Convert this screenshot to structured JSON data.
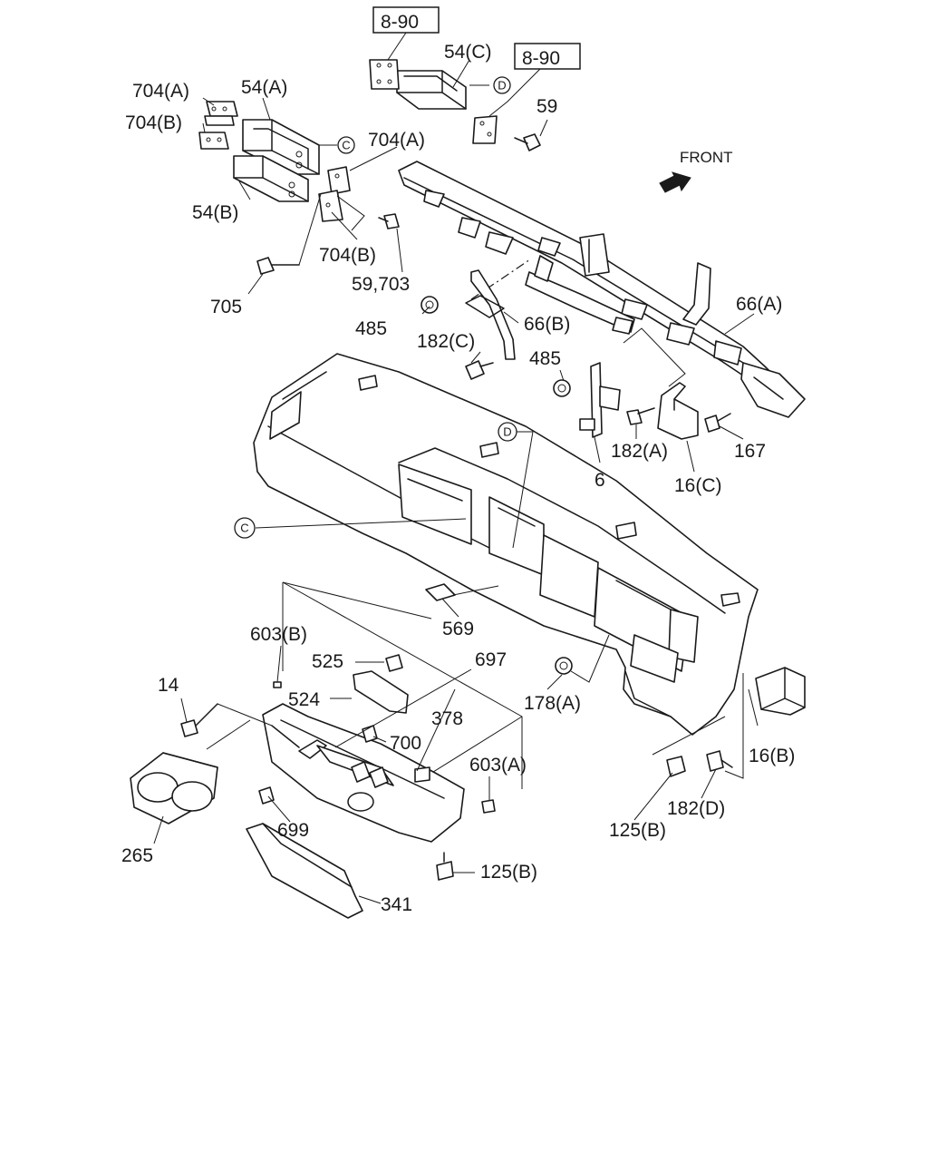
{
  "labels": {
    "ref_890_a": "8-90",
    "ref_890_b": "8-90",
    "p54c": "54(C)",
    "p54a": "54(A)",
    "p54b": "54(B)",
    "p704a_top": "704(A)",
    "p704b_top": "704(B)",
    "p704a_mid": "704(A)",
    "p704b_mid": "704(B)",
    "p59": "59",
    "p59703": "59,703",
    "p705": "705",
    "p485a": "485",
    "p485b": "485",
    "p66a": "66(A)",
    "p66b": "66(B)",
    "p182c": "182(C)",
    "p182a": "182(A)",
    "p167": "167",
    "p6": "6",
    "p16c": "16(C)",
    "p569": "569",
    "p603b": "603(B)",
    "p525": "525",
    "p697": "697",
    "p14": "14",
    "p524": "524",
    "p378": "378",
    "p178a": "178(A)",
    "p700": "700",
    "p603a": "603(A)",
    "p16b": "16(B)",
    "p699": "699",
    "p182d": "182(D)",
    "p265": "265",
    "p125b_right": "125(B)",
    "p125b_bottom": "125(B)",
    "p341": "341",
    "front": "FRONT"
  },
  "callouts": {
    "c": "C",
    "d": "D"
  }
}
